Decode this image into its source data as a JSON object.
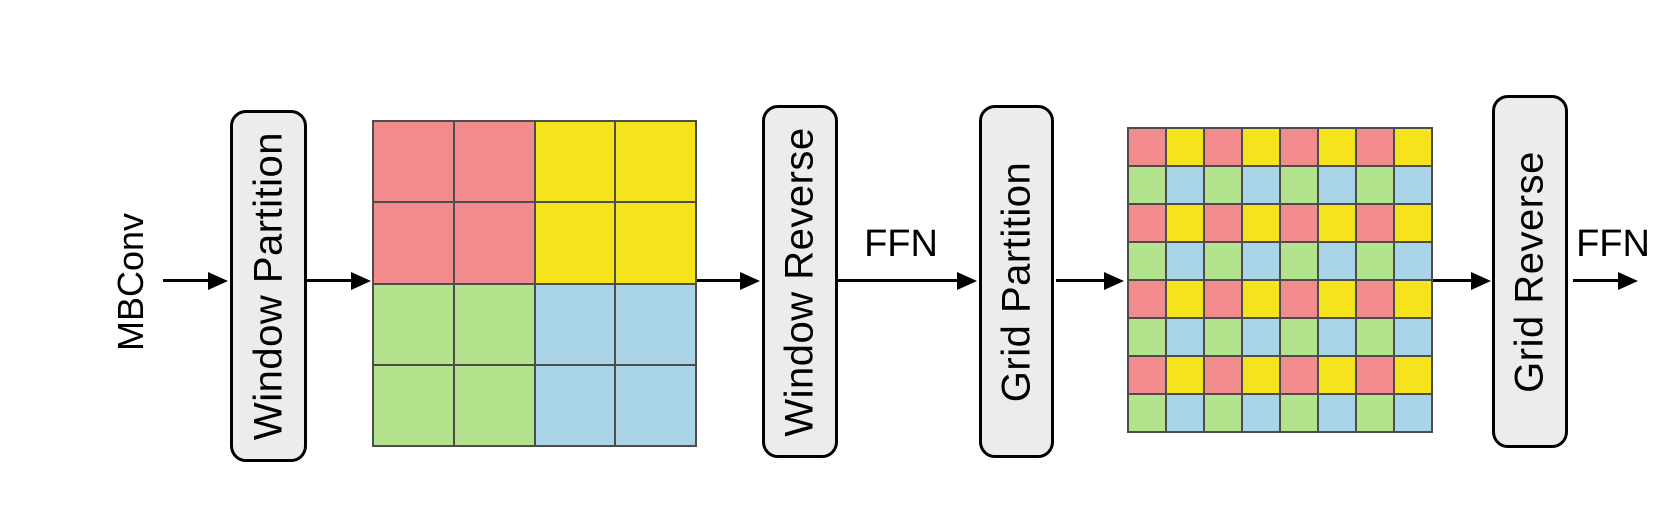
{
  "figure": {
    "input_label": "MBConv",
    "boxes": {
      "window_partition": "Window Partition",
      "window_reverse": "Window Reverse",
      "grid_partition": "Grid Partition",
      "grid_reverse": "Grid Reverse"
    },
    "ffn_label_1": "FFN",
    "ffn_label_2": "FFN"
  },
  "colors": {
    "salmon": "#F28B8B",
    "yellow": "#F5E41C",
    "green": "#B3E38C",
    "blue": "#A9D4E8",
    "box_fill": "#ECECEC",
    "box_border": "#000000",
    "grid_line": "#4D4D4D",
    "arrow": "#000000",
    "background": "#FFFFFF"
  },
  "grids": {
    "window": {
      "rows": 4,
      "cols": 4,
      "cells": [
        [
          "salmon",
          "salmon",
          "yellow",
          "yellow"
        ],
        [
          "salmon",
          "salmon",
          "yellow",
          "yellow"
        ],
        [
          "green",
          "green",
          "blue",
          "blue"
        ],
        [
          "green",
          "green",
          "blue",
          "blue"
        ]
      ]
    },
    "grid": {
      "rows": 8,
      "cols": 8,
      "cells": [
        [
          "salmon",
          "yellow",
          "salmon",
          "yellow",
          "salmon",
          "yellow",
          "salmon",
          "yellow"
        ],
        [
          "green",
          "blue",
          "green",
          "blue",
          "green",
          "blue",
          "green",
          "blue"
        ],
        [
          "salmon",
          "yellow",
          "salmon",
          "yellow",
          "salmon",
          "yellow",
          "salmon",
          "yellow"
        ],
        [
          "green",
          "blue",
          "green",
          "blue",
          "green",
          "blue",
          "green",
          "blue"
        ],
        [
          "salmon",
          "yellow",
          "salmon",
          "yellow",
          "salmon",
          "yellow",
          "salmon",
          "yellow"
        ],
        [
          "green",
          "blue",
          "green",
          "blue",
          "green",
          "blue",
          "green",
          "blue"
        ],
        [
          "salmon",
          "yellow",
          "salmon",
          "yellow",
          "salmon",
          "yellow",
          "salmon",
          "yellow"
        ],
        [
          "green",
          "blue",
          "green",
          "blue",
          "green",
          "blue",
          "green",
          "blue"
        ]
      ]
    }
  }
}
